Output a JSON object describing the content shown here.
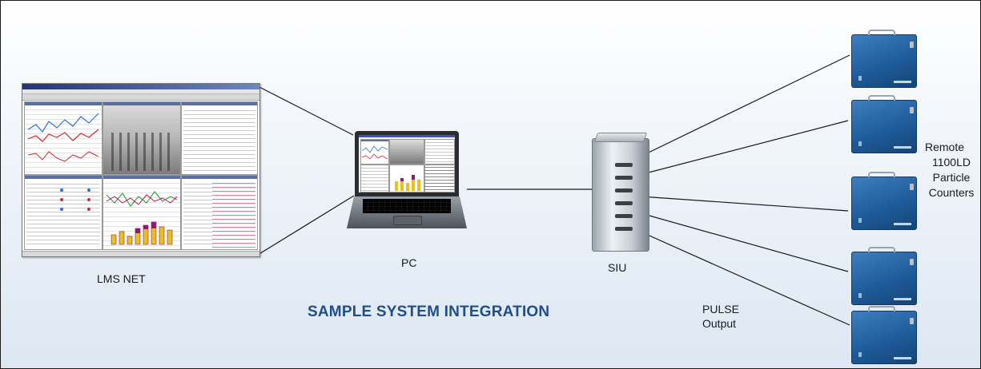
{
  "diagram": {
    "title": "SAMPLE SYSTEM INTEGRATION",
    "nodes": {
      "lms_net": "LMS NET",
      "pc": "PC",
      "siu": "SIU",
      "pulse_output": [
        "PULSE",
        "Output"
      ],
      "counters_label": [
        "Remote",
        "1100LD",
        "Particle",
        "Counters"
      ]
    },
    "remote_counter_count": 5,
    "colors": {
      "title": "#1f4e8c",
      "counter_body": "#1f5c9c",
      "line": "#1a1a1a"
    },
    "icons": [
      "software-screenshot",
      "laptop-icon",
      "interface-unit-icon",
      "particle-counter-icon"
    ]
  }
}
